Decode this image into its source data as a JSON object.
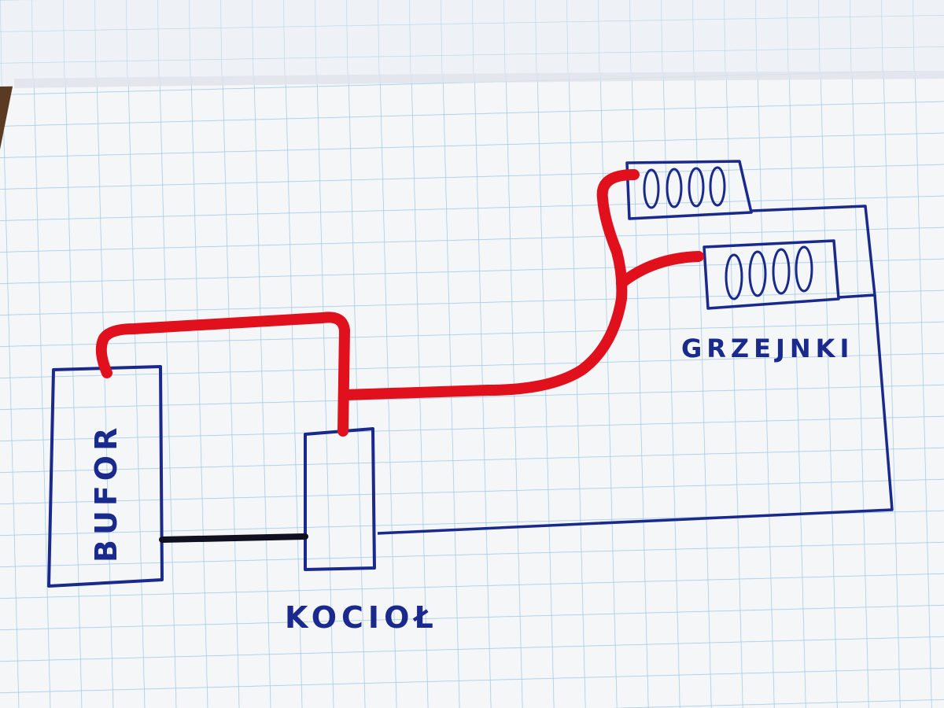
{
  "diagram": {
    "labels": {
      "bufor": "BUFOR",
      "kociol": "KOCIOŁ",
      "grzejniki": "GRZEJNKI"
    },
    "colors": {
      "paper": "#f4f6f8",
      "paper_shadow": "#dfe4ea",
      "grid": "#9cc7e3",
      "ink_blue": "#1a2a8c",
      "ink_red": "#e0101c",
      "ink_black": "#101020",
      "desk": "#5a3a22"
    },
    "components": [
      {
        "id": "bufor",
        "kind": "tank"
      },
      {
        "id": "kociol",
        "kind": "boiler"
      },
      {
        "id": "grzejnik-1",
        "kind": "radiator"
      },
      {
        "id": "grzejnik-2",
        "kind": "radiator"
      }
    ],
    "pipes": [
      {
        "from": "bufor",
        "to": "kociol",
        "type": "supply-hot",
        "color": "red"
      },
      {
        "from": "kociol",
        "to": "grzejnik-1",
        "type": "supply-hot",
        "color": "red"
      },
      {
        "from": "kociol",
        "to": "grzejnik-2",
        "type": "supply-hot",
        "color": "red"
      },
      {
        "from": "bufor",
        "to": "kociol",
        "type": "return",
        "color": "black"
      },
      {
        "from": "grzejniki",
        "to": "kociol",
        "type": "return",
        "color": "blue"
      }
    ]
  }
}
